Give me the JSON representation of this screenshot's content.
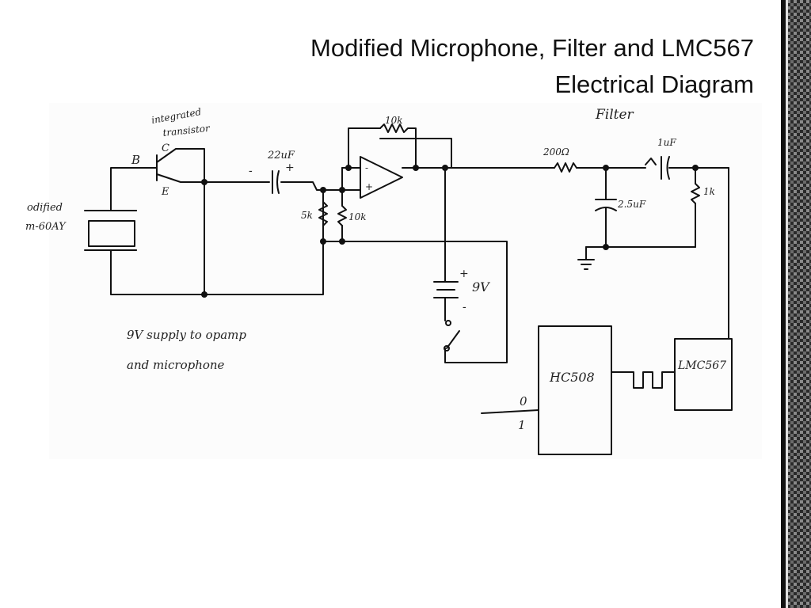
{
  "slide": {
    "title_line1": "Modified Microphone, Filter and LMC567",
    "title_line2": "Electrical Diagram"
  },
  "labels": {
    "integrated_transistor_1": "integrated",
    "integrated_transistor_2": "transistor",
    "base": "B",
    "collector": "C",
    "emitter": "E",
    "mic_1": "odified",
    "mic_2": "m-60AY",
    "cap_22uf": "22uF",
    "minus": "-",
    "plus": "+",
    "feedback_10k": "10k",
    "r_5k": "5k",
    "r_10k": "10k",
    "opamp_minus": "-",
    "opamp_plus": "+",
    "battery_9v": "9V",
    "batt_plus": "+",
    "batt_minus": "-",
    "filter": "Filter",
    "r_200": "200Ω",
    "c_1uf": "1uF",
    "c_2_5uf": "2.5uF",
    "r_1k": "1k",
    "note_line1": "9V supply to opamp",
    "note_line2": "and microphone",
    "hc508": "HC508",
    "lmc567": "LMC567",
    "in_0": "0",
    "in_1": "1"
  }
}
